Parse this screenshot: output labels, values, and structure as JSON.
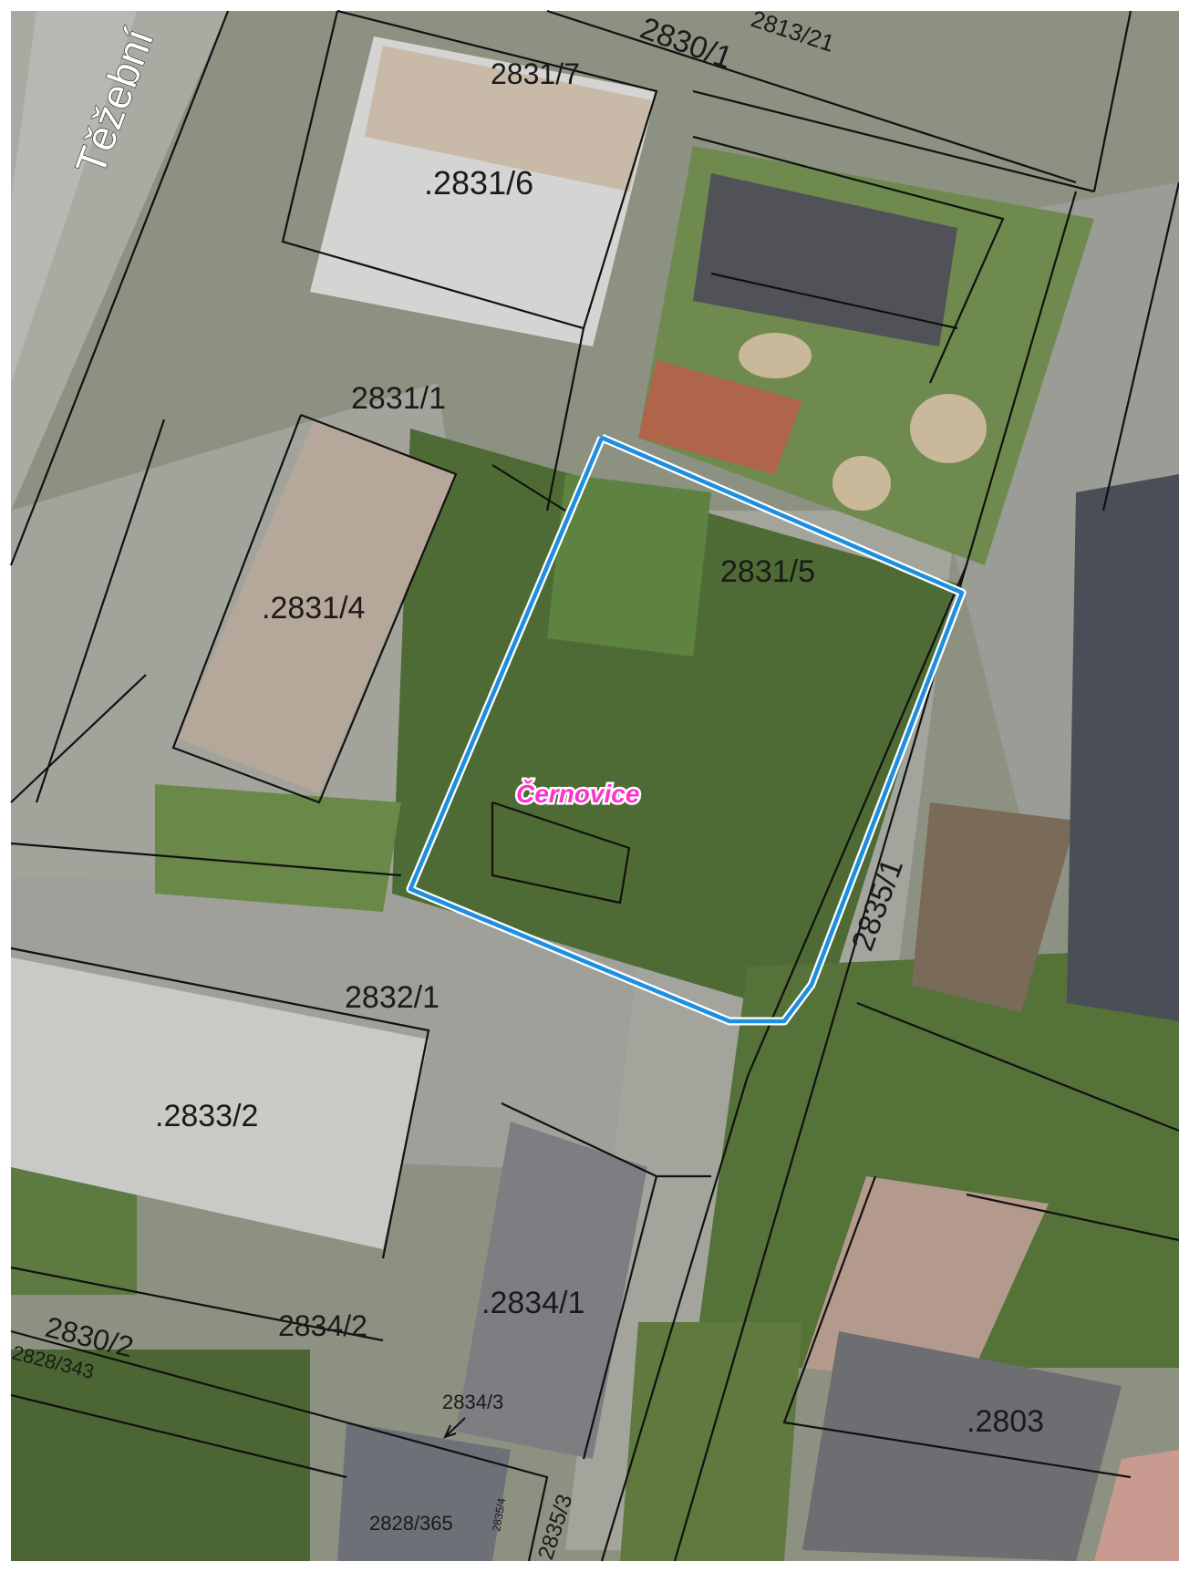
{
  "map": {
    "street_name": "Těžební",
    "place_name": "Černovice",
    "parcels": {
      "p2830_1": "2830/1",
      "p2813_21": "2813/21",
      "p2831_7": "2831/7",
      "p2831_6": ".2831/6",
      "p2831_1": "2831/1",
      "p2831_4": ".2831/4",
      "p2831_5": "2831/5",
      "p2835_1": "2835/1",
      "p2832_1": "2832/1",
      "p2833_2": ".2833/2",
      "p2834_1": ".2834/1",
      "p2834_2": "2834/2",
      "p2830_2": "2830/2",
      "p2828_343": "2828/343",
      "p2834_3": "2834/3",
      "p2828_365": "2828/365",
      "p2835_4": "2835/4",
      "p2835_3": "2835/3",
      "p2803": ".2803"
    },
    "colors": {
      "highlight_boundary": "#1e8fe0",
      "place_label": "#ff33cc",
      "parcel_line": "#111111"
    }
  }
}
